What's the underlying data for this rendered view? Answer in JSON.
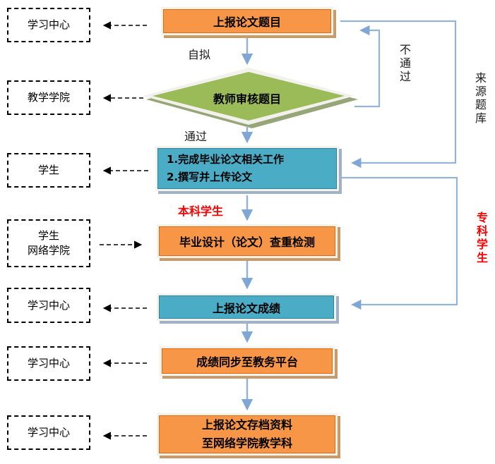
{
  "colors": {
    "node_orange": "#F79646",
    "node_teal": "#4BACC6",
    "diamond_green": "#9BBB59",
    "flow_arrow_blue": "#95B3D7",
    "annotation_red": "#FF0000",
    "dashed_arrow_black": "#000000"
  },
  "lanes": [
    {
      "lines": [
        "学习中心"
      ]
    },
    {
      "lines": [
        "教学学院"
      ]
    },
    {
      "lines": [
        "学生"
      ]
    },
    {
      "lines": [
        "学生",
        "网络学院"
      ]
    },
    {
      "lines": [
        "学习中心"
      ]
    },
    {
      "lines": [
        "学习中心"
      ]
    },
    {
      "lines": [
        "学习中心"
      ]
    }
  ],
  "nodes": {
    "report_topic": {
      "label": "上报论文题目"
    },
    "review_topic": {
      "label": "教师审核题目"
    },
    "thesis_work": {
      "lines": [
        "1.完成毕业论文相关工作",
        "2.撰写并上传论文"
      ]
    },
    "plagiarism_check": {
      "label": "毕业设计（论文）查重检测"
    },
    "report_score": {
      "label": "上报论文成绩"
    },
    "sync_score": {
      "label": "成绩同步至教务平台"
    },
    "archive": {
      "lines": [
        "上报论文存档资料",
        "至网络学院教学科"
      ]
    }
  },
  "labels": {
    "self_draft": "自拟",
    "pass": "通过",
    "fail": "不通过",
    "topic_source": "来源题库",
    "undergraduate": "本科学生",
    "junior_college": "专科学生"
  }
}
